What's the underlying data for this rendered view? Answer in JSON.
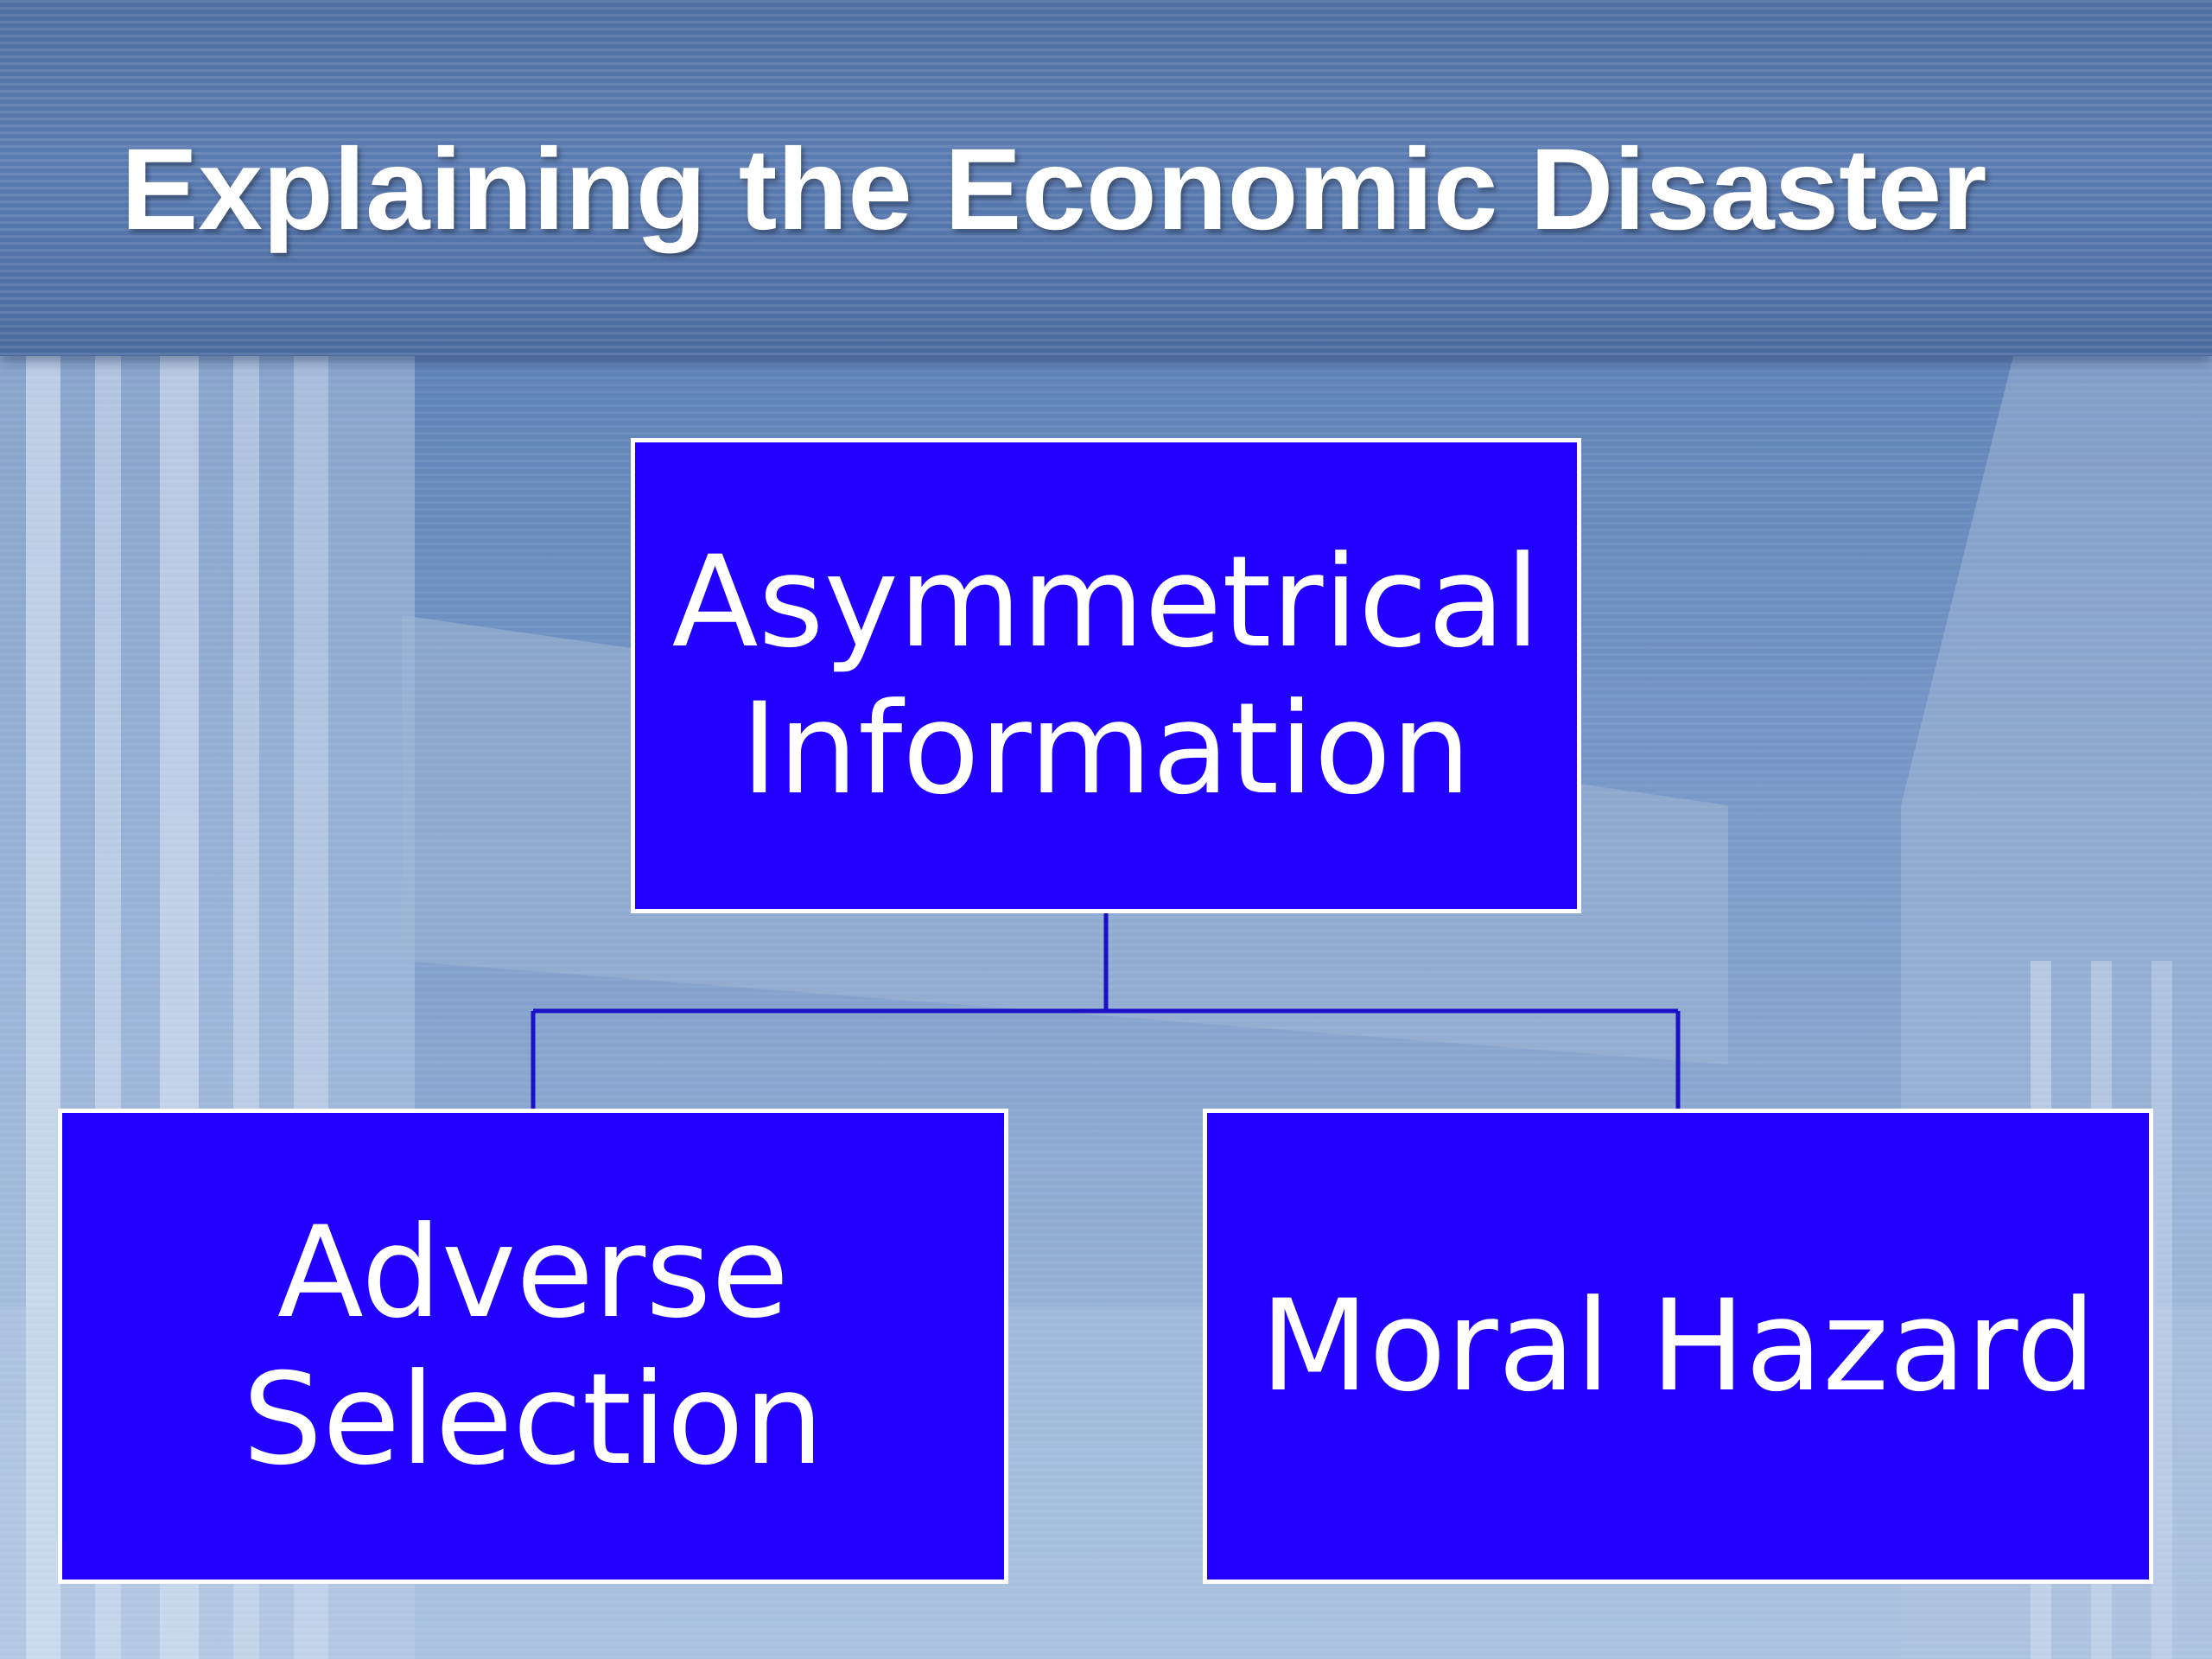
{
  "slide": {
    "title": "Explaining the Economic Disaster"
  },
  "diagram": {
    "root": {
      "line1": "Asymmetrical",
      "line2": "Information"
    },
    "children": [
      {
        "line1": "Adverse",
        "line2": "Selection"
      },
      {
        "line1": "Moral Hazard",
        "line2": ""
      }
    ]
  },
  "colors": {
    "node_fill": "#2200ff",
    "node_border": "#ffffff",
    "connector": "#1a10c8",
    "header": "#5b7cb2",
    "background": "#7f9fcc"
  }
}
